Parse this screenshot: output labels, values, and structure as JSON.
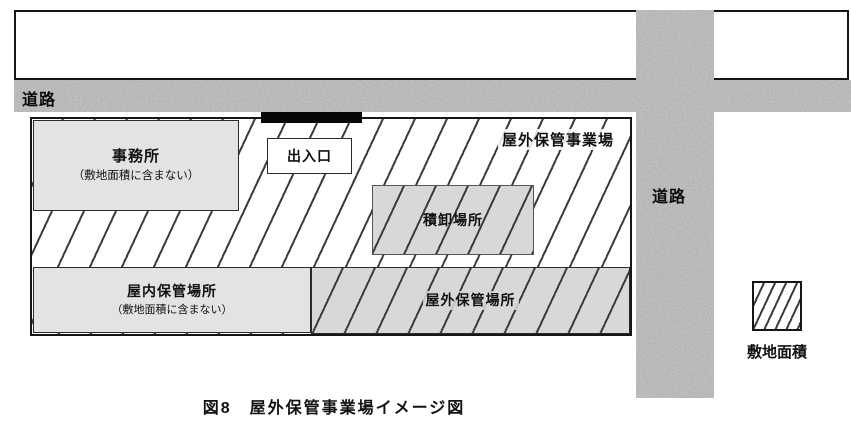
{
  "figure": {
    "caption": "図8　屋外保管事業場イメージ図"
  },
  "roads": {
    "horizontal": {
      "label": "道路"
    },
    "vertical": {
      "label": "道路"
    }
  },
  "site": {
    "label": "屋外保管事業場",
    "office": {
      "title": "事務所",
      "note": "（敷地面積に含まない）"
    },
    "entrance": {
      "label": "出入口"
    },
    "loading": {
      "label": "積卸場所"
    },
    "indoor_storage": {
      "title": "屋内保管場所",
      "note": "（敷地面積に含まない）"
    },
    "outdoor_storage": {
      "label": "屋外保管場所"
    }
  },
  "legend": {
    "label": "敷地面積",
    "swatch": "diagonal-hatch-swatch"
  },
  "colors": {
    "road": "#c6c6c6",
    "excluded_box": "#e3e3e3",
    "included_box": "#d8d8d8",
    "hatch_line": "#3c3c3c",
    "border": "#161616"
  }
}
